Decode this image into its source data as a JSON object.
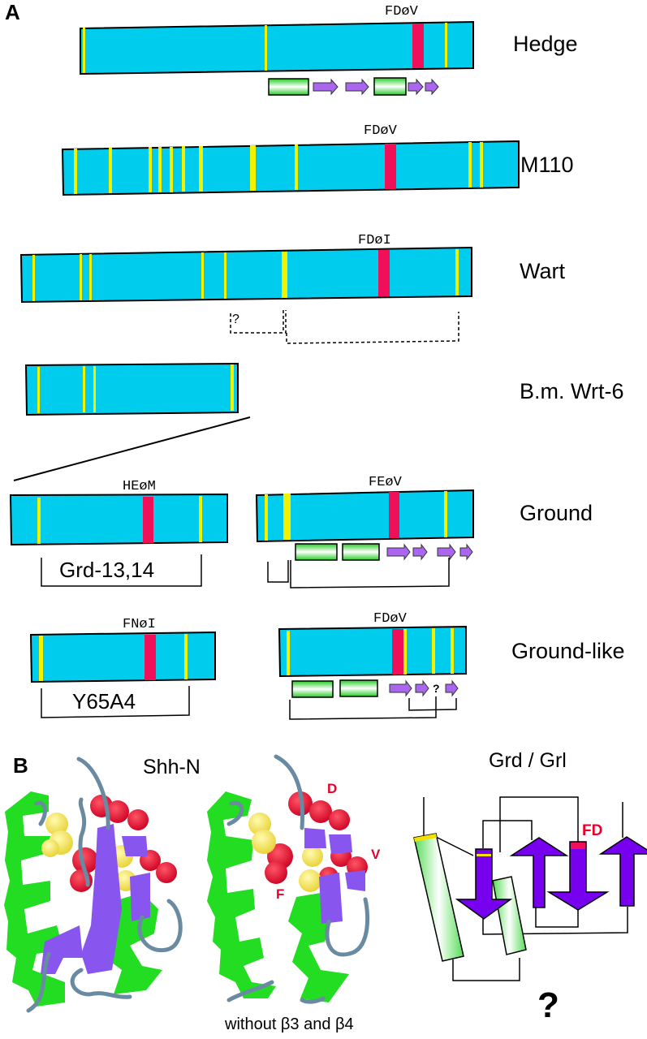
{
  "colors": {
    "domain_fill": "#00ccee",
    "conserved_stripe": "#f2f200",
    "motif_stripe": "#f0105a",
    "helix_green": "#22dd22",
    "strand_purple": "#9955ee",
    "strand_dark_purple": "#7700ee",
    "loop_gray": "#6a8aa2",
    "sphere_red": "#ee1133",
    "sphere_yellow": "#ffee55"
  },
  "panel_a": {
    "label": "A",
    "proteins": [
      {
        "name": "Hedge",
        "motif": "FDøV"
      },
      {
        "name": "M110",
        "motif": "FDøV"
      },
      {
        "name": "Wart",
        "motif": "FDøI",
        "question_mark": "?"
      },
      {
        "name": "B.m. Wrt-6"
      },
      {
        "name": "Ground",
        "left_motif": "HEøM",
        "right_motif": "FEøV",
        "left_subname": "Grd-13,14"
      },
      {
        "name": "Ground-like",
        "left_motif": "FNøI",
        "right_motif": "FDøV",
        "left_subname": "Y65A4",
        "question_mark": "?"
      }
    ]
  },
  "panel_b": {
    "label": "B",
    "structure_title": "Shh-N",
    "structure_caption": "without β3 and β4",
    "residue_labels": [
      "D",
      "V",
      "F"
    ],
    "topology_title": "Grd / Grl",
    "topology_motif": "FD",
    "topology_question": "?"
  }
}
